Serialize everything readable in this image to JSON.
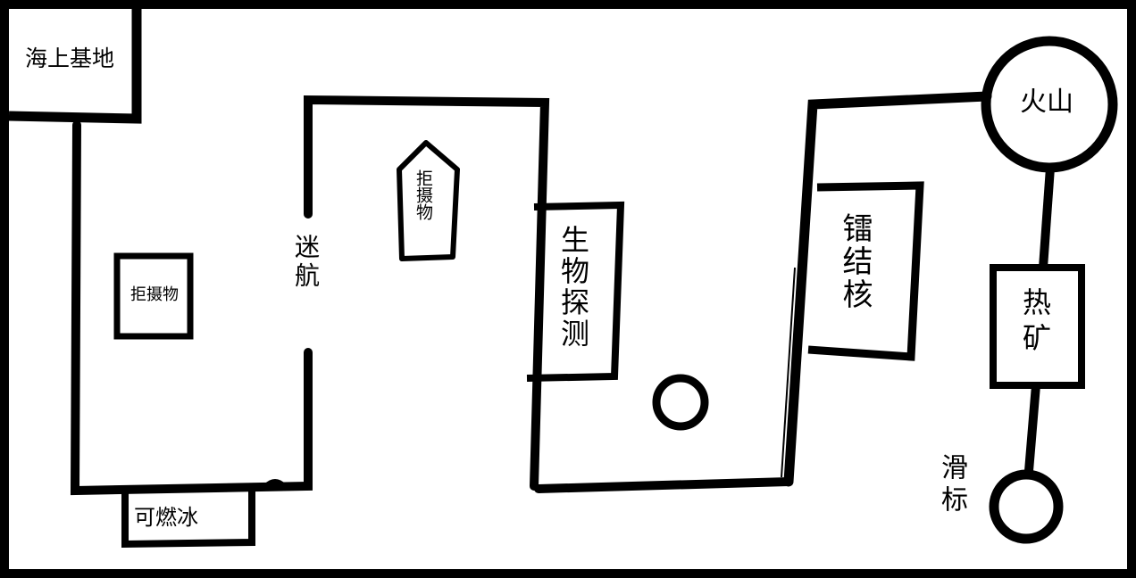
{
  "colors": {
    "ink": "#000000",
    "paper": "#ffffff"
  },
  "labels": {
    "sea_base": "海上基地",
    "pickup_left": "拒摄物",
    "navigation": "迷航",
    "pickup_center": "拒摄物",
    "bio_detect": "生物探测",
    "volcano": "火山",
    "nuclear": "镭结核",
    "heat_mine": "热矿",
    "combustible_ice": "可燃冰",
    "glide": "滑标"
  }
}
